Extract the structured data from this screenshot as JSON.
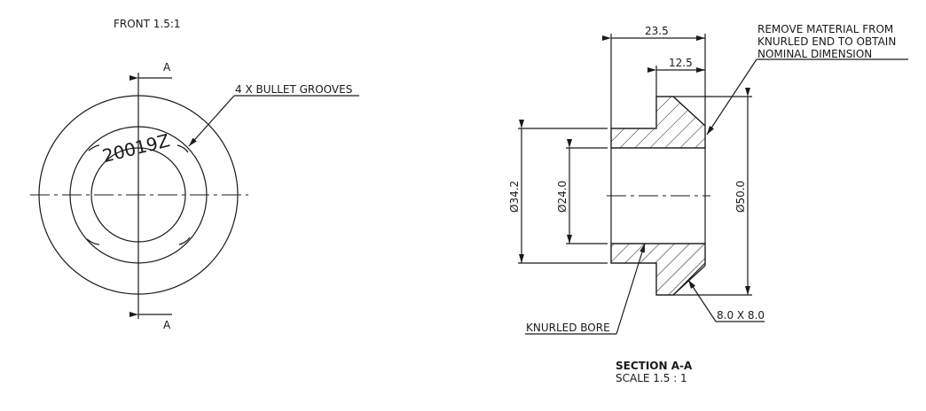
{
  "front_view": {
    "title": "FRONT 1.5:1",
    "section_marker_top": "A",
    "section_marker_bottom": "A",
    "engraving": "20019Z",
    "callout": "4 X BULLET GROOVES"
  },
  "section_view": {
    "title": "SECTION A-A",
    "scale": "SCALE 1.5 : 1",
    "dim_overall_length": "23.5",
    "dim_flange_length": "12.5",
    "dim_outer_diameter": "Ø50.0",
    "dim_body_diameter": "Ø34.2",
    "dim_bore_diameter": "Ø24.0",
    "chamfer": "8.0 X 8.0",
    "bore_note": "KNURLED BORE",
    "note_lines": [
      "REMOVE MATERIAL FROM",
      "KNURLED END TO OBTAIN",
      "NOMINAL DIMENSION"
    ]
  },
  "colors": {
    "line": "#1a1a1a",
    "background": "#ffffff"
  }
}
